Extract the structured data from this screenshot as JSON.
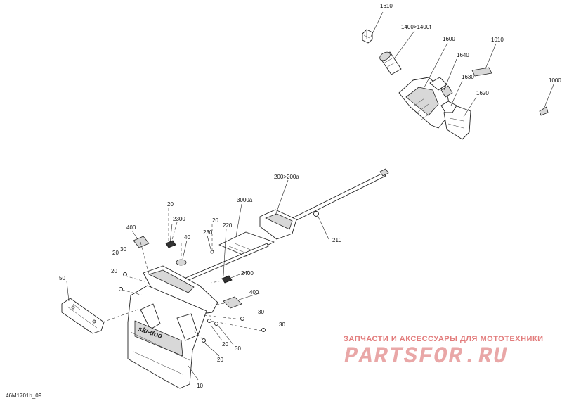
{
  "diagram": {
    "drawing_code": "46M1701b_09",
    "watermark": {
      "tagline": "ЗАПЧАСТИ И АКСЕССУАРЫ ДЛЯ МОТОТЕХНИКИ",
      "brand": "PARTSFOR.RU"
    },
    "decal_logo": "ski-doo",
    "callouts": [
      "1610",
      "1400>1400f",
      "1600",
      "1640",
      "1010",
      "1630",
      "1000",
      "1620",
      "200>200a",
      "3000a",
      "210",
      "20",
      "2300",
      "400",
      "40",
      "230",
      "220",
      "20",
      "30",
      "20",
      "2400",
      "20",
      "50",
      "400",
      "30",
      "30",
      "20",
      "30",
      "20",
      "10"
    ]
  }
}
